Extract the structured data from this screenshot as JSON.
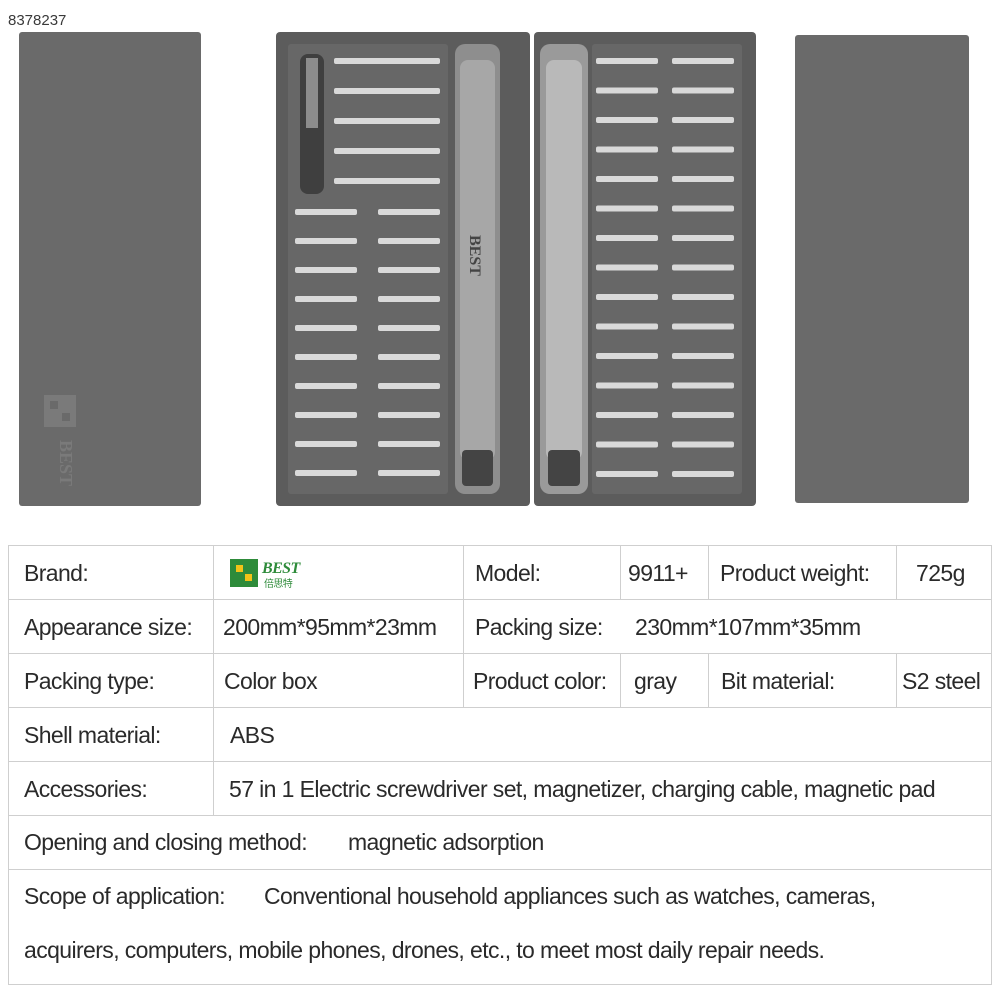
{
  "watermark": "8378237",
  "logo": {
    "text": "BEST",
    "cn": "倍思特",
    "colors": {
      "green": "#2e8b3a",
      "yellow": "#f2c318",
      "gray_print": "#7a7a7a"
    }
  },
  "colors": {
    "case": "#6a6a6a",
    "tray": "#5e5e5e",
    "bit": "#d9d9d9",
    "driver": "#9a9a9a"
  },
  "specs": {
    "brand_label": "Brand:",
    "model_label": "Model:",
    "model_value": "9911+",
    "weight_label": "Product weight:",
    "weight_value": "725g",
    "appearance_label": "Appearance size:",
    "appearance_value": "200mm*95mm*23mm",
    "packing_size_label": "Packing size:",
    "packing_size_value": "230mm*107mm*35mm",
    "packing_type_label": "Packing type:",
    "packing_type_value": "Color box",
    "product_color_label": "Product color:",
    "product_color_value": "gray",
    "bit_material_label": "Bit material:",
    "bit_material_value": "S2 steel",
    "shell_label": "Shell material:",
    "shell_value": "ABS",
    "accessories_label": "Accessories:",
    "accessories_value": "57 in 1 Electric screwdriver set, magnetizer, charging cable, magnetic pad",
    "opening_label": "Opening and closing method:",
    "opening_value": "magnetic adsorption",
    "scope_label": "Scope of application:",
    "scope_value_1": "Conventional household appliances such as watches, cameras,",
    "scope_value_2": "acquirers, computers, mobile phones, drones, etc., to meet most daily repair needs."
  }
}
